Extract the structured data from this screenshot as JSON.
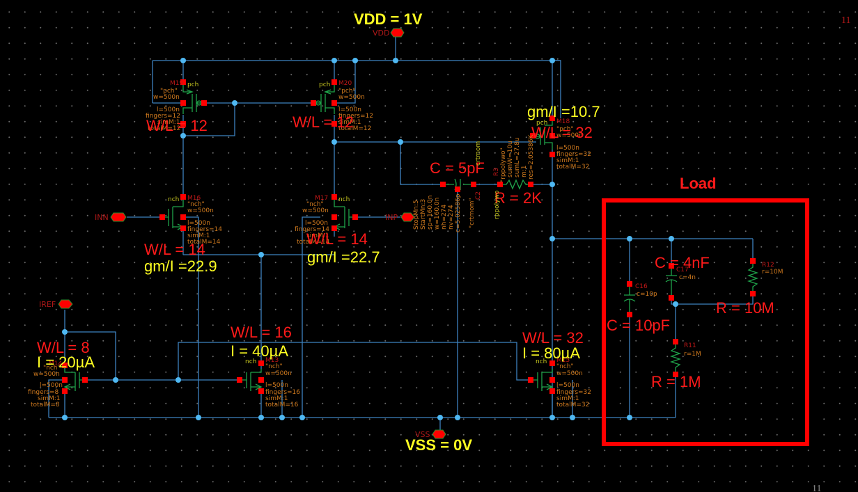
{
  "supplies": {
    "vdd_annotation": "VDD = 1V",
    "vdd_pin": "VDD",
    "vss_annotation": "VSS = 0V",
    "vss_pin": "VSS"
  },
  "pins": {
    "inn": "INN",
    "inp": "INP",
    "iref": "IREF"
  },
  "page_number_top": "11",
  "page_number_bottom": "11",
  "transistors": [
    {
      "inst": "M19",
      "type": "pch",
      "model": "\"pch\"",
      "w": "w=500n",
      "l": "l=500n",
      "fingers": "fingers=12",
      "simM": "simM:1",
      "totalM": "totalM=12",
      "wl_annotation": "W/L = 12"
    },
    {
      "inst": "M20",
      "type": "pch",
      "model": "\"pch\"",
      "w": "w=500n",
      "l": "l=500n",
      "fingers": "fingers=12",
      "simM": "simM:1",
      "totalM": "totalM=12",
      "wl_annotation": "W/L = 12"
    },
    {
      "inst": "M18",
      "type": "pch",
      "model": "\"pch\"",
      "w": "w=500n",
      "l": "l=500n",
      "fingers": "fingers=32",
      "simM": "simM:1",
      "totalM": "totalM=32",
      "wl_annotation": "W/L = 32",
      "gm_annotation": "gm/I =10.7"
    },
    {
      "inst": "M16",
      "type": "nch",
      "model": "\"nch\"",
      "w": "w=500n",
      "l": "l=500n",
      "fingers": "fingers=14",
      "simM": "simM:1",
      "totalM": "totalM=14",
      "wl_annotation": "W/L = 14",
      "gm_annotation": "gm/I =22.9"
    },
    {
      "inst": "M17",
      "type": "nch",
      "model": "\"nch\"",
      "w": "w=500n",
      "l": "l=500n",
      "fingers": "fingers=14",
      "simM": "simM:1",
      "totalM": "totalM=14",
      "wl_annotation": "W/L = 14",
      "gm_annotation": "gm/I =22.7"
    },
    {
      "inst": "M14",
      "type": "nch",
      "model": "\"nch\"",
      "w": "w=500n",
      "l": "l=500n",
      "fingers": "fingers=8",
      "simM": "simM:1",
      "totalM": "totalM=8",
      "wl_annotation": "W/L = 8",
      "i_annotation": "I = 20µA"
    },
    {
      "inst": "M13",
      "type": "nch",
      "model": "\"nch\"",
      "w": "w=500n",
      "l": "l=500n",
      "fingers": "fingers=16",
      "simM": "simM:1",
      "totalM": "totalM=16",
      "wl_annotation": "W/L = 16",
      "i_annotation": "I = 40µA"
    },
    {
      "inst": "M15",
      "type": "nch",
      "model": "\"nch\"",
      "w": "w=500n",
      "l": "l=500n",
      "fingers": "fingers=32",
      "simM": "simM:1",
      "totalM": "totalM=32",
      "wl_annotation": "W/L = 32",
      "i_annotation": "I = 80µA"
    }
  ],
  "compensation": {
    "cap": {
      "inst": "C2",
      "model": "\"crtmom\"",
      "type": "crtmom",
      "annotation": "C = 5pF",
      "props": [
        "StopMn:5",
        "StartMn:3",
        "sp=160.0n",
        "w=160.0n",
        "nh=274",
        "nv=274",
        "c=5.02586p"
      ]
    },
    "res": {
      "inst": "R3",
      "model": "\"rppolywo\"",
      "type": "rppolywo",
      "annotation": "R = 2K",
      "props": [
        "sumW=10u",
        "sumL=27.8u",
        "m:1",
        "res=2.05386K"
      ]
    }
  },
  "load": {
    "title": "Load",
    "c16": {
      "inst": "C16",
      "value": "c=10p",
      "annotation": "C = 10pF"
    },
    "c17": {
      "inst": "C17",
      "value": "c=4n",
      "annotation": "C = 4nF"
    },
    "r12": {
      "inst": "R12",
      "value": "r=10M",
      "annotation": "R = 10M"
    },
    "r11": {
      "inst": "R11",
      "value": "r=1M",
      "annotation": "R = 1M"
    }
  }
}
